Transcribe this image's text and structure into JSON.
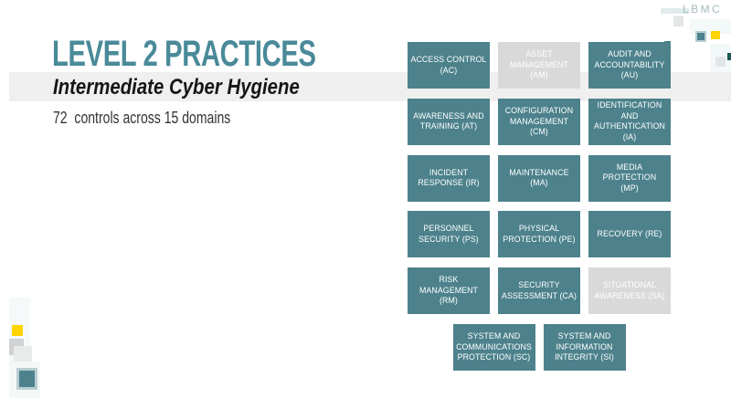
{
  "slide": {
    "title": "LEVEL 2 PRACTICES",
    "subtitle": "Intermediate Cyber Hygiene",
    "summary": "72  controls across 15 domains"
  },
  "logo": {
    "text": "LBMC"
  },
  "domain_grid": {
    "rows": [
      [
        {
          "label": "ACCESS CONTROL\n(AC)",
          "muted": false
        },
        {
          "label": "ASSET\nMANAGEMENT\n(AM)",
          "muted": true
        },
        {
          "label": "AUDIT AND\nACCOUNTABILITY\n(AU)",
          "muted": false
        }
      ],
      [
        {
          "label": "AWARENESS AND\nTRAINING (AT)",
          "muted": false
        },
        {
          "label": "CONFIGURATION\nMANAGEMENT\n(CM)",
          "muted": false
        },
        {
          "label": "IDENTIFICATION\nAND\nAUTHENTICATION\n(IA)",
          "muted": false
        }
      ],
      [
        {
          "label": "INCIDENT\nRESPONSE (IR)",
          "muted": false
        },
        {
          "label": "MAINTENANCE\n(MA)",
          "muted": false
        },
        {
          "label": "MEDIA PROTECTION\n(MP)",
          "muted": false
        }
      ],
      [
        {
          "label": "PERSONNEL\nSECURITY (PS)",
          "muted": false
        },
        {
          "label": "PHYSICAL\nPROTECTION (PE)",
          "muted": false
        },
        {
          "label": "RECOVERY (RE)",
          "muted": false
        }
      ],
      [
        {
          "label": "RISK MANAGEMENT\n(RM)",
          "muted": false
        },
        {
          "label": "SECURITY\nASSESSMENT (CA)",
          "muted": false
        },
        {
          "label": "SITUATIONAL\nAWARENESS (SA)",
          "muted": true
        }
      ],
      [
        {
          "label": "SYSTEM AND\nCOMMUNICATIONS\nPROTECTION (SC)",
          "muted": false
        },
        {
          "label": "SYSTEM AND\nINFORMATION\nINTEGRITY (SI)",
          "muted": false
        }
      ]
    ]
  },
  "colors": {
    "teal_box": "#4d828c",
    "teal_box_border": "#b9ced2",
    "muted_box": "#d9d9d9",
    "box_text": "#ffffff",
    "title_text": "#4a8a99",
    "band_bg": "#efefef",
    "accent_yellow": "#ffd400",
    "dark_teal": "#1d5a53",
    "logo_text_gray": "#a6babf"
  }
}
